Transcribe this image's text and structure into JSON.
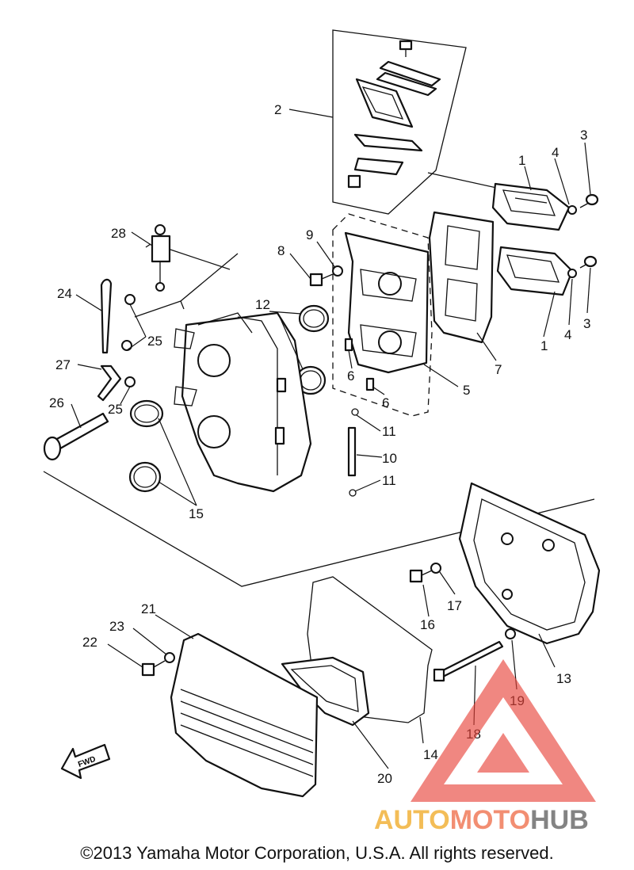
{
  "callouts": [
    {
      "id": "c1a",
      "label": "1"
    },
    {
      "id": "c1b",
      "label": "1"
    },
    {
      "id": "c2",
      "label": "2"
    },
    {
      "id": "c3a",
      "label": "3"
    },
    {
      "id": "c3b",
      "label": "3"
    },
    {
      "id": "c4a",
      "label": "4"
    },
    {
      "id": "c4b",
      "label": "4"
    },
    {
      "id": "c5",
      "label": "5"
    },
    {
      "id": "c6a",
      "label": "6"
    },
    {
      "id": "c6b",
      "label": "6"
    },
    {
      "id": "c7",
      "label": "7"
    },
    {
      "id": "c8",
      "label": "8"
    },
    {
      "id": "c9",
      "label": "9"
    },
    {
      "id": "c10",
      "label": "10"
    },
    {
      "id": "c11a",
      "label": "11"
    },
    {
      "id": "c11b",
      "label": "11"
    },
    {
      "id": "c12",
      "label": "12"
    },
    {
      "id": "c13",
      "label": "13"
    },
    {
      "id": "c14",
      "label": "14"
    },
    {
      "id": "c15",
      "label": "15"
    },
    {
      "id": "c16",
      "label": "16"
    },
    {
      "id": "c17",
      "label": "17"
    },
    {
      "id": "c18",
      "label": "18"
    },
    {
      "id": "c19",
      "label": "19"
    },
    {
      "id": "c20",
      "label": "20"
    },
    {
      "id": "c21",
      "label": "21"
    },
    {
      "id": "c22",
      "label": "22"
    },
    {
      "id": "c23",
      "label": "23"
    },
    {
      "id": "c24",
      "label": "24"
    },
    {
      "id": "c25a",
      "label": "25"
    },
    {
      "id": "c25b",
      "label": "25"
    },
    {
      "id": "c26",
      "label": "26"
    },
    {
      "id": "c27",
      "label": "27"
    },
    {
      "id": "c28",
      "label": "28"
    }
  ],
  "fwd_label": "FWD",
  "watermark": {
    "part1": "AUTO",
    "part2": "MOTO",
    "part3": "HUB",
    "color_triangle": "#e8433a",
    "color_part1": "#f2b23a",
    "color_part2": "#f07b5a",
    "color_part3": "#6e6e6e"
  },
  "copyright": "©2013 Yamaha Motor Corporation, U.S.A. All rights reserved."
}
